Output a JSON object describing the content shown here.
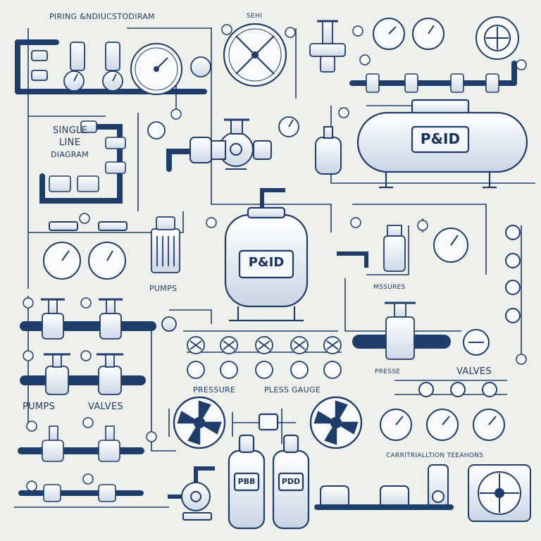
{
  "labels": {
    "header": "PIRING &NDIUCSTODIRAM",
    "header_small": "SEHI",
    "single": "SINGLE",
    "line": "LINE",
    "diagram": "DIAGRAM",
    "pumps_mid": "PUMPS",
    "pressure_left": "PRESSURE",
    "pressure_gauge": "PLESS GAUGE",
    "pumps_left": "PUMPS",
    "valves_left": "VALVES",
    "measures": "MSSURES",
    "press_right": "PRESSE",
    "valves_right": "VALVES",
    "calibration": "CARRITRIALLTION TEEAHONS"
  },
  "tanks": {
    "horizontal_label": "P&ID",
    "center_label": "P&ID",
    "cylinder_left_label": "PBB",
    "cylinder_right_label": "PDD"
  },
  "colors": {
    "background": "#eef0ec",
    "stroke": "#1f3d6b",
    "accent_fill": "#dfe7f1",
    "tank_fill": "#e8eef6"
  }
}
